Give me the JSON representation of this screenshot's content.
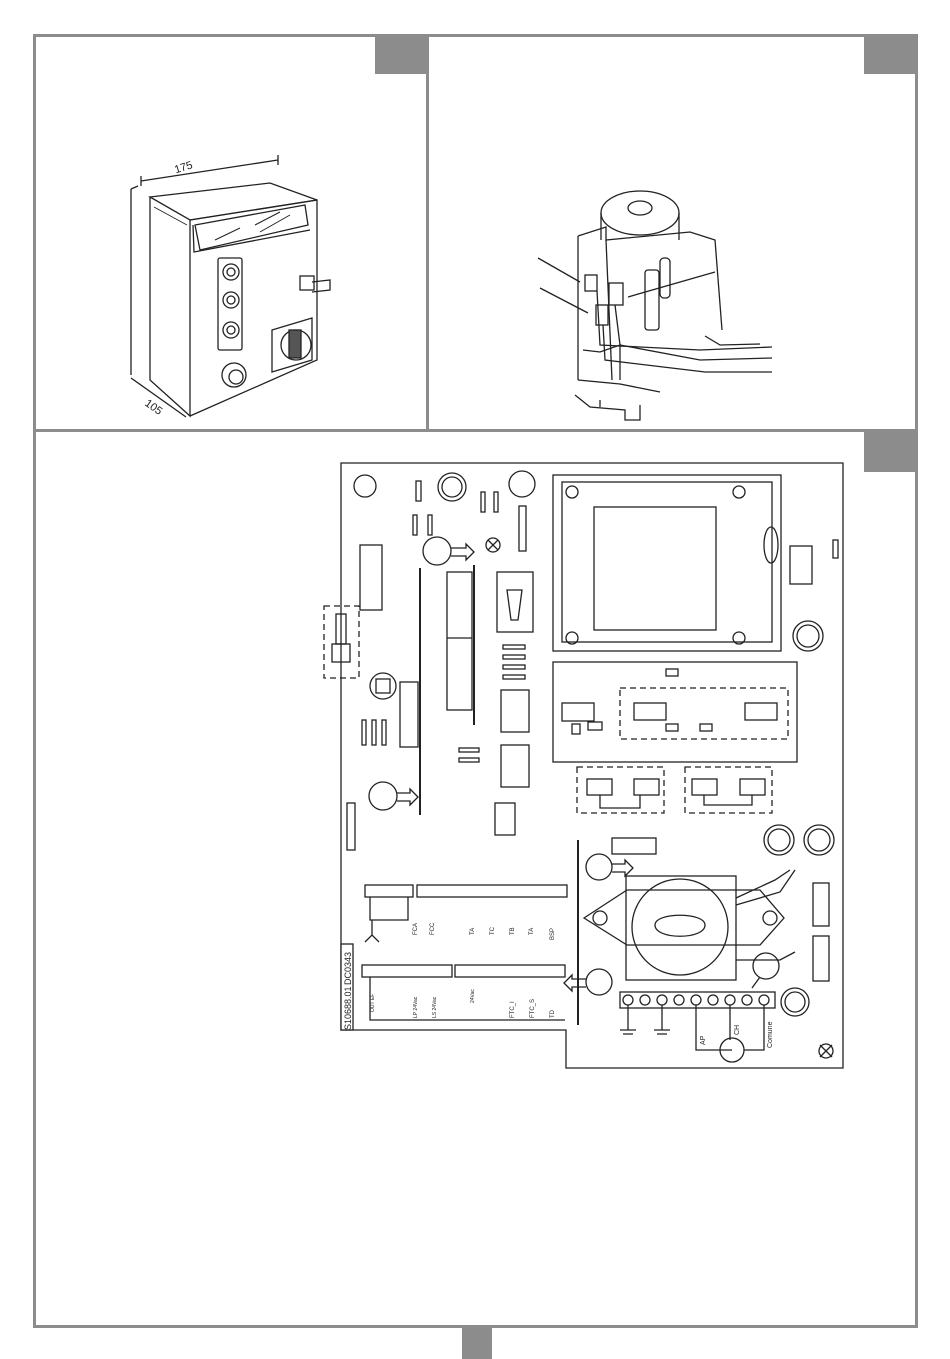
{
  "dimensions": {
    "width_label": "175",
    "depth_label": "105"
  },
  "board": {
    "code_1": "DC0343",
    "code_2": "S10688.01",
    "terminals_top": [
      "FCA",
      "FCC",
      "TA",
      "TC",
      "TB",
      "TA",
      "BSP"
    ],
    "terminals_bottom": [
      "OUT EF",
      "LP 24Vac",
      "LS 24Vac",
      "24Vac",
      "FTC_I",
      "FTC_S",
      "TD"
    ],
    "motor_terminals": [
      "AP",
      "CH",
      "Comune"
    ]
  }
}
